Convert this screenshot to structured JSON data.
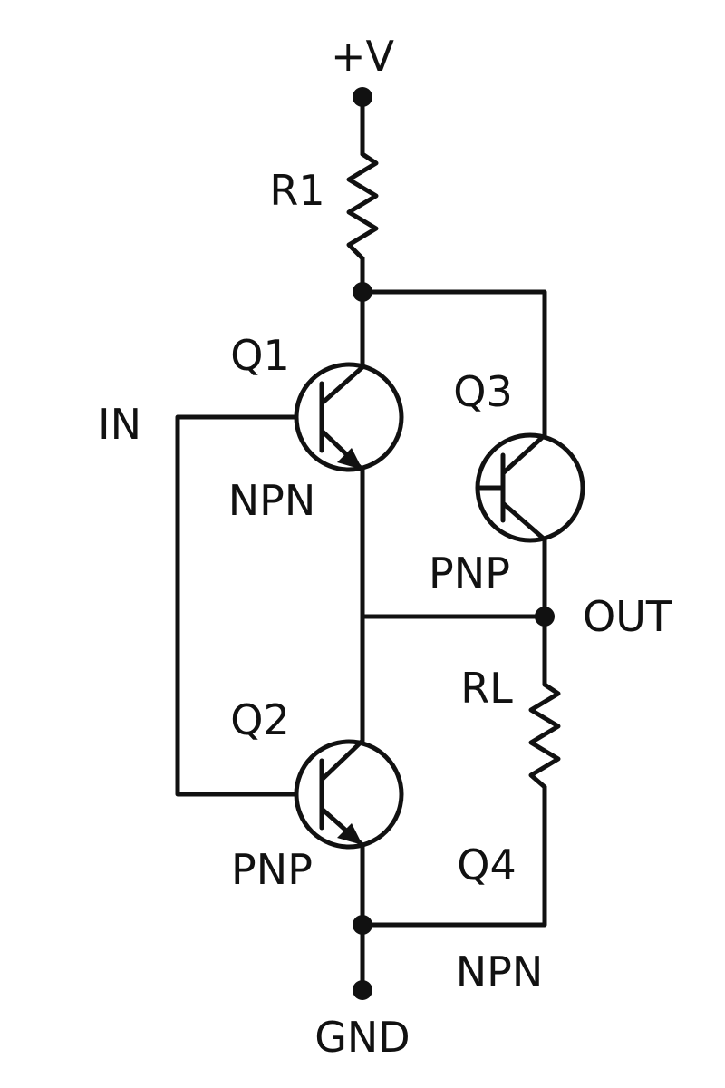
{
  "supply_label": "+V",
  "ground_label": "GND",
  "input_label": "IN",
  "output_label": "OUT",
  "resistors": [
    {
      "ref": "R1"
    },
    {
      "ref": "RL"
    }
  ],
  "transistors": [
    {
      "ref": "Q1",
      "type": "NPN"
    },
    {
      "ref": "Q2",
      "type": "PNP"
    },
    {
      "ref": "Q3",
      "type": "PNP"
    },
    {
      "ref": "Q4",
      "type": "NPN"
    }
  ],
  "colors": {
    "ink": "#111111",
    "background": "#ffffff"
  }
}
